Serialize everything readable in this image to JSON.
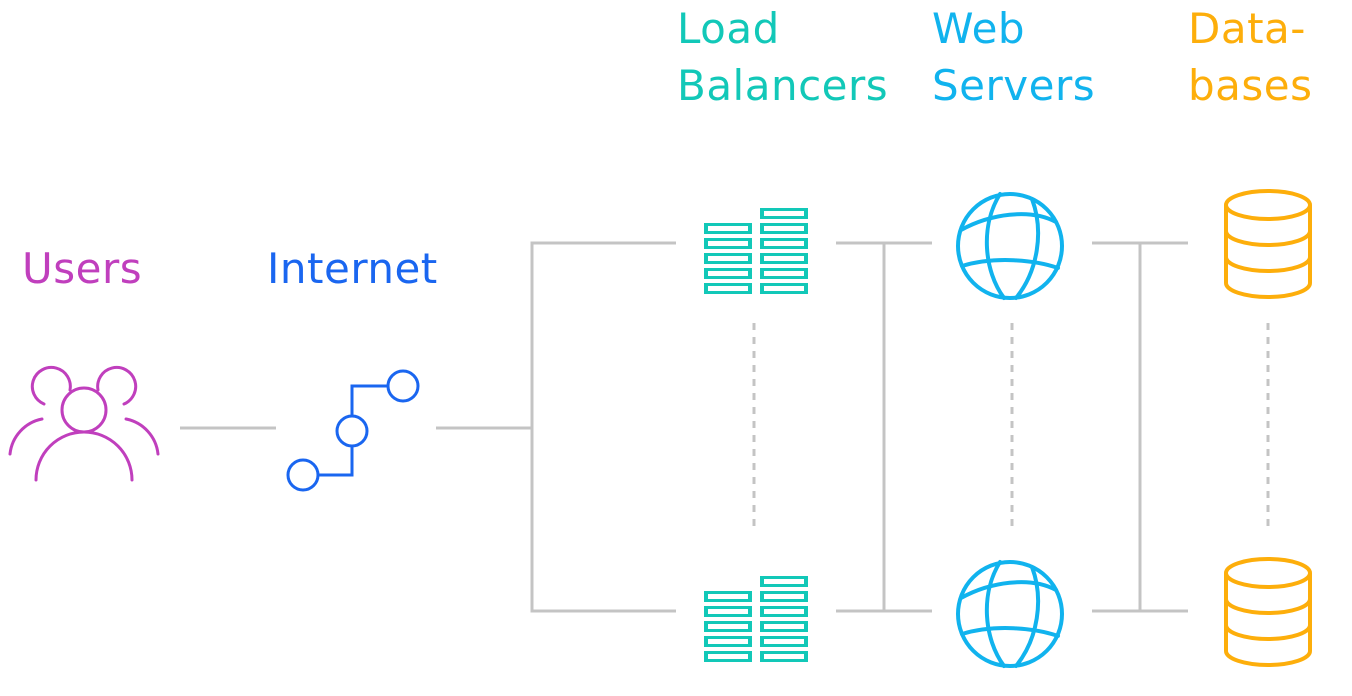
{
  "colors": {
    "users": "#c03fbd",
    "internet": "#1a66f0",
    "load_balancers": "#12c8b8",
    "web_servers": "#11b3ee",
    "databases": "#fdae0b",
    "connector": "#c4c4c4"
  },
  "labels": {
    "users": "Users",
    "internet": "Internet",
    "load_balancers": "Load\nBalancers",
    "web_servers": "Web\nServers",
    "databases": "Data-\nbases"
  },
  "icons": {
    "users": "users-group-icon",
    "internet": "route-nodes-icon",
    "load_balancer": "server-stack-icon",
    "web_server": "globe-icon",
    "database": "database-cylinder-icon"
  }
}
